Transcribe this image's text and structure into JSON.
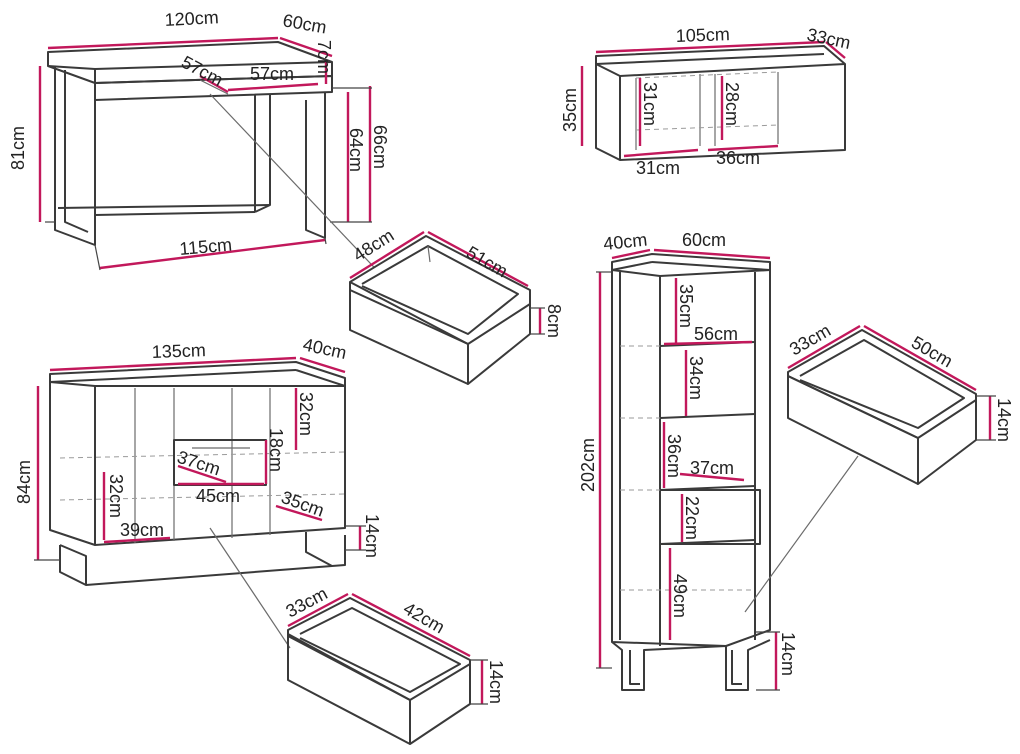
{
  "desk": {
    "width": "120cm",
    "depth": "60cm",
    "drawer_height": "7cm",
    "drawer_inner_depth": "57cm",
    "drawer_inner_width": "57cm",
    "height": "81cm",
    "leg_height": "66cm",
    "inner_height": "64cm",
    "inner_width": "115cm",
    "drawer": {
      "depth": "48cm",
      "width": "51cm",
      "height": "8cm"
    }
  },
  "wall_shelf": {
    "width": "105cm",
    "depth": "33cm",
    "height": "35cm",
    "left_compartment_height": "31cm",
    "right_compartment_height": "28cm",
    "left_compartment_width": "31cm",
    "right_compartment_width": "36cm"
  },
  "sideboard": {
    "width": "135cm",
    "depth": "40cm",
    "height": "84cm",
    "right_shelf_height": "32cm",
    "niche_height": "18cm",
    "niche_depth": "37cm",
    "niche_width": "45cm",
    "left_shelf_height": "32cm",
    "left_width": "39cm",
    "right_depth": "35cm",
    "leg_height": "14cm",
    "drawer": {
      "depth": "33cm",
      "width": "42cm",
      "height": "14cm"
    }
  },
  "bookcase": {
    "depth": "40cm",
    "width": "60cm",
    "height": "202cm",
    "shelf1_height": "35cm",
    "inner_width": "56cm",
    "shelf2_height": "34cm",
    "shelf3_height": "36cm",
    "compartment_depth": "37cm",
    "compartment_height": "22cm",
    "bottom_height": "49cm",
    "leg_height": "14cm",
    "drawer": {
      "depth": "33cm",
      "width": "50cm",
      "height": "14cm"
    }
  }
}
